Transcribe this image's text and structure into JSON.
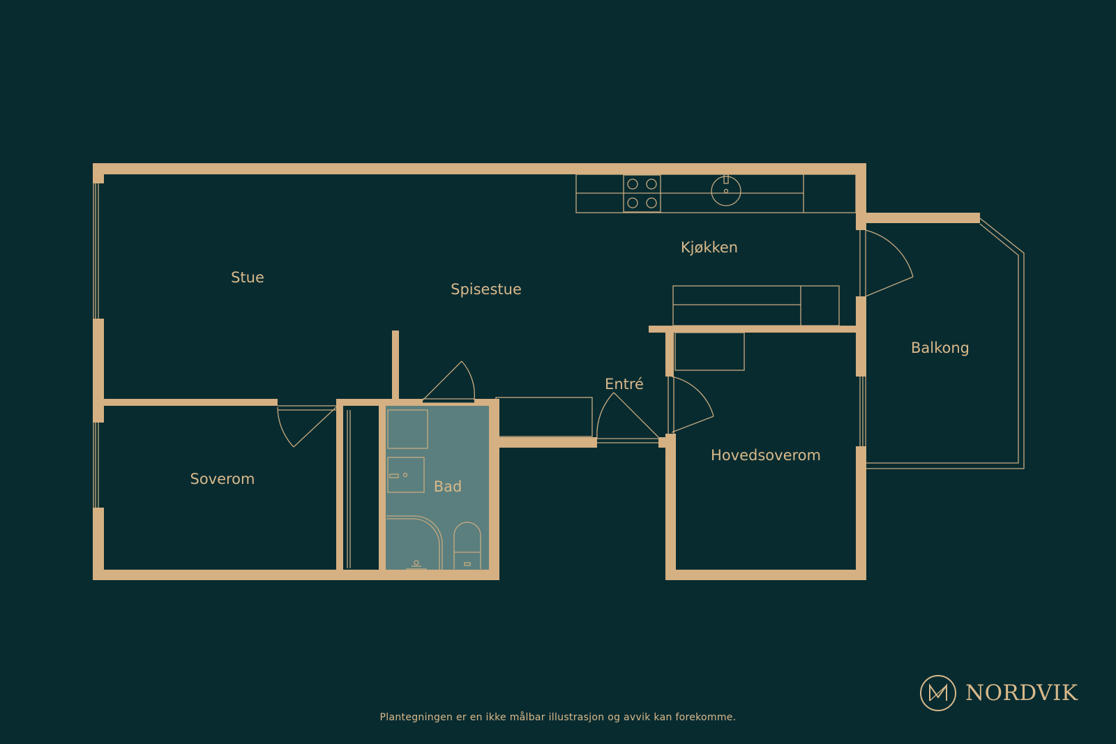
{
  "rooms": {
    "stue": "Stue",
    "spisestue": "Spisestue",
    "kjokken": "Kjøkken",
    "balkong": "Balkong",
    "entre": "Entré",
    "hovedsoverom": "Hovedsoverom",
    "soverom": "Soverom",
    "bad": "Bad"
  },
  "footer": {
    "disclaimer": "Plantegningen er en ikke målbar illustrasjon og avvik kan forekomme."
  },
  "brand": {
    "name": "NORDVIK",
    "logo_icon": "nordvik-logo-icon"
  },
  "colors": {
    "background": "#082b30",
    "wall": "#d4b082",
    "line": "#c9ab80",
    "bathroom_floor": "#5b7f7e",
    "text": "#d9b98a"
  }
}
